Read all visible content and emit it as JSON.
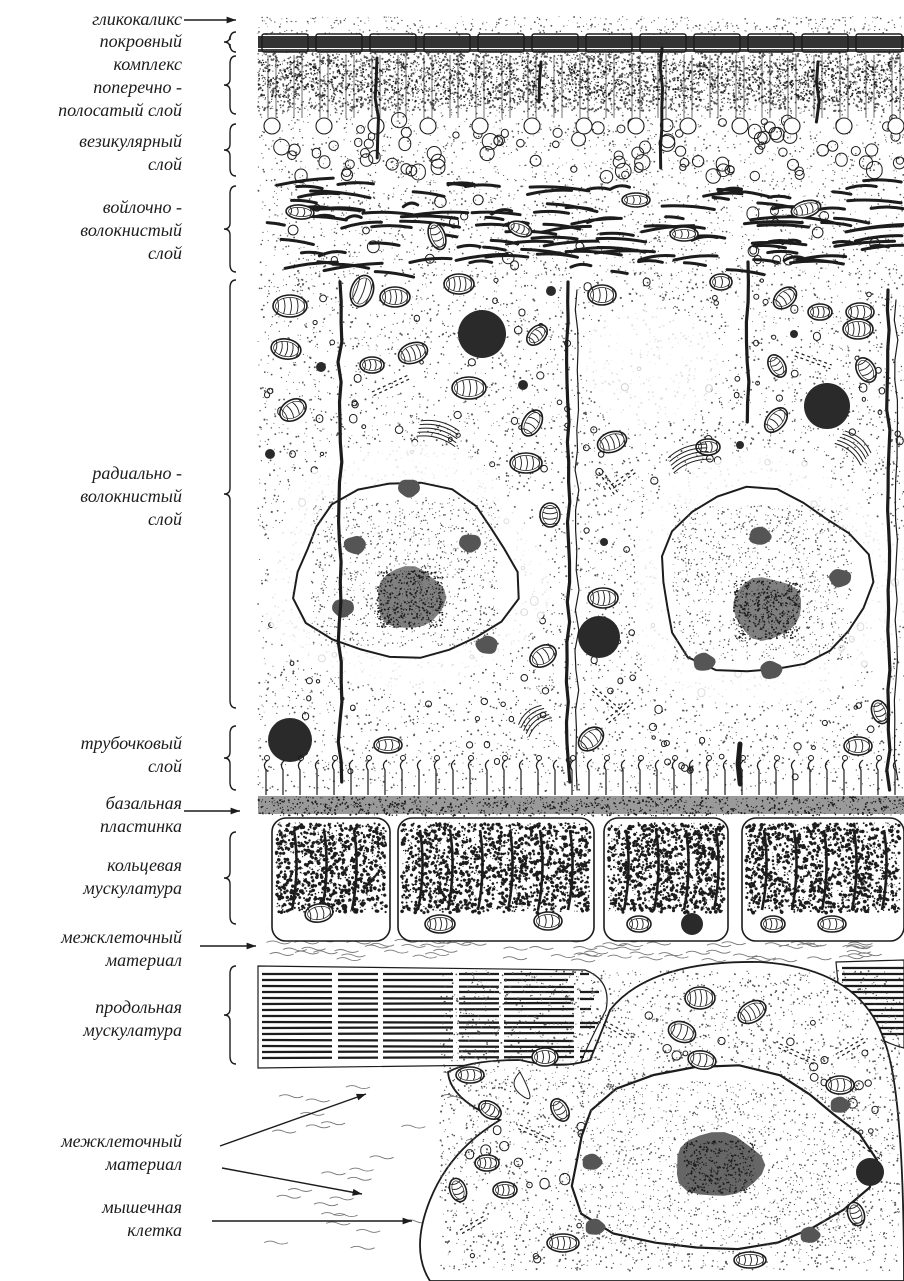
{
  "labels": [
    {
      "id": "glycocalyx",
      "lines": [
        "гликокаликс"
      ]
    },
    {
      "id": "cover-complex",
      "lines": [
        "покровный",
        "комплекс"
      ]
    },
    {
      "id": "striated",
      "lines": [
        "поперечно -",
        "полосатый слой"
      ]
    },
    {
      "id": "vesicular",
      "lines": [
        "везикулярный",
        "слой"
      ]
    },
    {
      "id": "felt-fibrous",
      "lines": [
        "войлочно -",
        "волокнистый",
        "слой"
      ]
    },
    {
      "id": "radial-fibrous",
      "lines": [
        "радиально -",
        "волокнистый",
        "слой"
      ]
    },
    {
      "id": "tubular",
      "lines": [
        "трубочковый",
        "слой"
      ]
    },
    {
      "id": "basal-plate",
      "lines": [
        "базальная",
        "пластинка"
      ]
    },
    {
      "id": "circular-muscle",
      "lines": [
        "кольцевая",
        "мускулатура"
      ]
    },
    {
      "id": "intercellular-1",
      "lines": [
        "межклеточный",
        "материал"
      ]
    },
    {
      "id": "longitudinal-muscle",
      "lines": [
        "продольная",
        "мускулатура"
      ]
    },
    {
      "id": "intercellular-2",
      "lines": [
        "межклеточный",
        "материал"
      ]
    },
    {
      "id": "muscle-cell",
      "lines": [
        "мышечная",
        "клетка"
      ]
    }
  ],
  "colors": {
    "ink": "#1c1c1c",
    "stipple": "#555555",
    "paper": "#ffffff"
  }
}
